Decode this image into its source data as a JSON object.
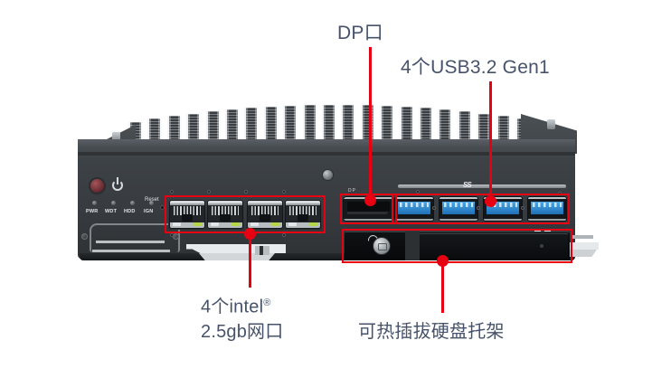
{
  "image": {
    "subject": "industrial fanless embedded computer front panel",
    "background_color": "#ffffff"
  },
  "annotations": {
    "accent_color": "#e60012",
    "label_color": "#46536b",
    "items": [
      {
        "id": "dp",
        "label": "DP口",
        "target": "DisplayPort connector"
      },
      {
        "id": "usb",
        "label": "4个USB3.2 Gen1",
        "target": "four blue USB 3.2 Gen1 ports"
      },
      {
        "id": "lan",
        "label_line1": "4个intel",
        "label_sup": "®",
        "label_line2": "2.5gb网口",
        "target": "four RJ45 LAN ports"
      },
      {
        "id": "hdd",
        "label": "可热插拔硬盘托架",
        "target": "hot-swappable drive tray"
      }
    ]
  },
  "device": {
    "front_panel": {
      "power_button": "power-button",
      "power_symbol": "⏻",
      "led_indicators": [
        {
          "label": "PWR"
        },
        {
          "label": "WDT"
        },
        {
          "label": "HDD"
        },
        {
          "label": "IGN"
        }
      ],
      "reset_label": "Reset",
      "dp_port_label": "DP",
      "usb_logo": "SS",
      "usb_port_count": 4,
      "lan_port_count": 4,
      "drive_bay_count": 2
    }
  }
}
